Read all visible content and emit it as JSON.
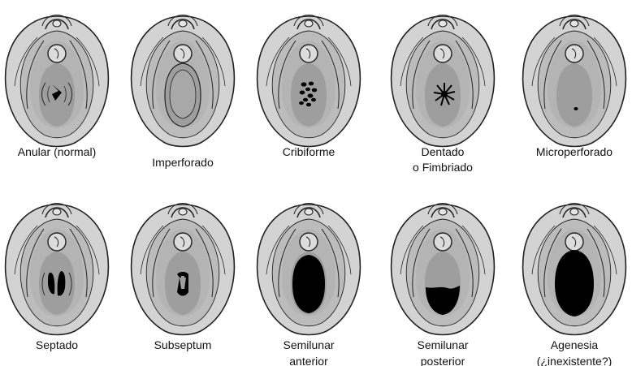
{
  "colors": {
    "background": "#ffffff",
    "outline": "#222222",
    "outer_skin": "#d3d3d3",
    "inner_area": "#bcbcbc",
    "hymen": "#9e9e9e",
    "opening": "#000000"
  },
  "figures": [
    {
      "type": "anular",
      "lines": [
        "Anular (normal)"
      ]
    },
    {
      "type": "imperforado",
      "lines": [
        "Imperforado"
      ]
    },
    {
      "type": "cribiforme",
      "lines": [
        "Cribiforme"
      ]
    },
    {
      "type": "dentado",
      "lines": [
        "Dentado",
        "o Fimbriado"
      ]
    },
    {
      "type": "microperforado",
      "lines": [
        "Microperforado"
      ]
    },
    {
      "type": "septado",
      "lines": [
        "Septado"
      ]
    },
    {
      "type": "subseptum",
      "lines": [
        "Subseptum"
      ]
    },
    {
      "type": "semilunar-anterior",
      "lines": [
        "Semilunar",
        "anterior"
      ]
    },
    {
      "type": "semilunar-posterior",
      "lines": [
        "Semilunar",
        "posterior"
      ]
    },
    {
      "type": "agenesia",
      "lines": [
        "Agenesia",
        "(¿inexistente?)"
      ]
    }
  ]
}
